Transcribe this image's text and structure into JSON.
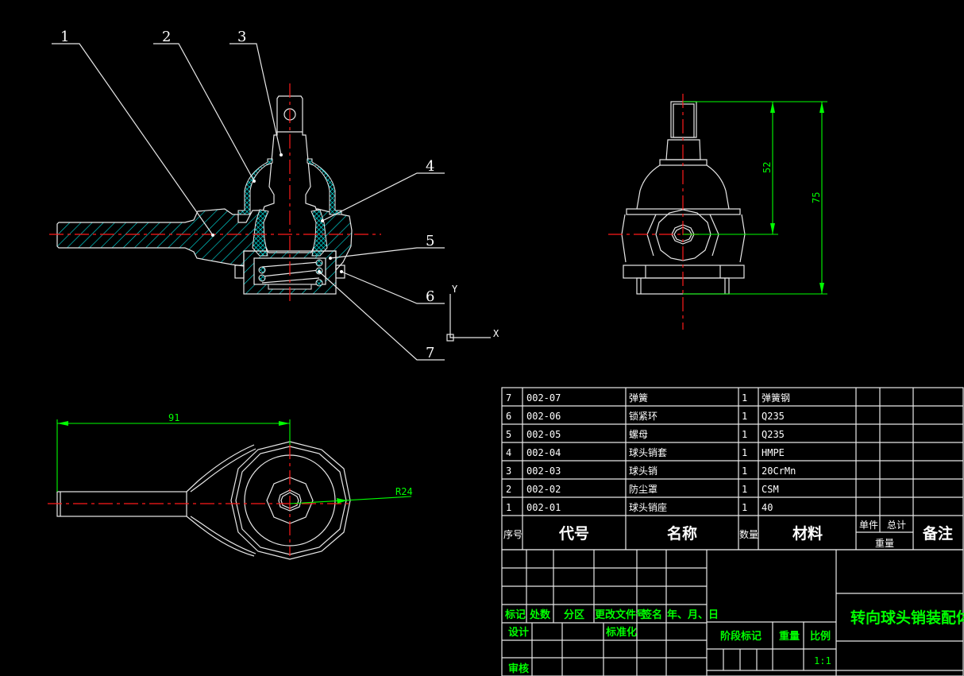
{
  "balloons": [
    "1",
    "2",
    "3",
    "4",
    "5",
    "6",
    "7"
  ],
  "ucs": {
    "x_label": "X",
    "y_label": "Y"
  },
  "dimensions": {
    "length": "91",
    "radius": "R24",
    "height_a": "52",
    "height_b": "75"
  },
  "colors": {
    "background": "#000000",
    "lines": "#e8e8e8",
    "hatch": "#00e5e5",
    "centerline": "#ff1a1a",
    "dimension": "#00ff00"
  },
  "parts_list": {
    "rows": [
      {
        "no": "7",
        "code": "002-07",
        "name": "弹簧",
        "qty": "1",
        "material": "弹簧钢"
      },
      {
        "no": "6",
        "code": "002-06",
        "name": "锁紧环",
        "qty": "1",
        "material": "Q235"
      },
      {
        "no": "5",
        "code": "002-05",
        "name": "螺母",
        "qty": "1",
        "material": "Q235"
      },
      {
        "no": "4",
        "code": "002-04",
        "name": "球头销套",
        "qty": "1",
        "material": "HMPE"
      },
      {
        "no": "3",
        "code": "002-03",
        "name": "球头销",
        "qty": "1",
        "material": "20CrMn"
      },
      {
        "no": "2",
        "code": "002-02",
        "name": "防尘罩",
        "qty": "1",
        "material": "CSM"
      },
      {
        "no": "1",
        "code": "002-01",
        "name": "球头销座",
        "qty": "1",
        "material": "40"
      }
    ],
    "header": {
      "no": "序号",
      "code": "代号",
      "name": "名称",
      "qty": "数量",
      "material": "材料",
      "unit": "单件",
      "total": "总计",
      "weight": "重量",
      "remark": "备注"
    }
  },
  "title_block": {
    "mark": "标记",
    "count": "处数",
    "zone": "分区",
    "change_doc": "更改文件号",
    "signature": "签名",
    "date": "年、月、日",
    "design": "设计",
    "standardization": "标准化",
    "review": "审核",
    "stage_mark": "阶段标记",
    "weight": "重量",
    "scale": "比例",
    "scale_value": "1:1",
    "drawing_title": "转向球头销装配体"
  }
}
